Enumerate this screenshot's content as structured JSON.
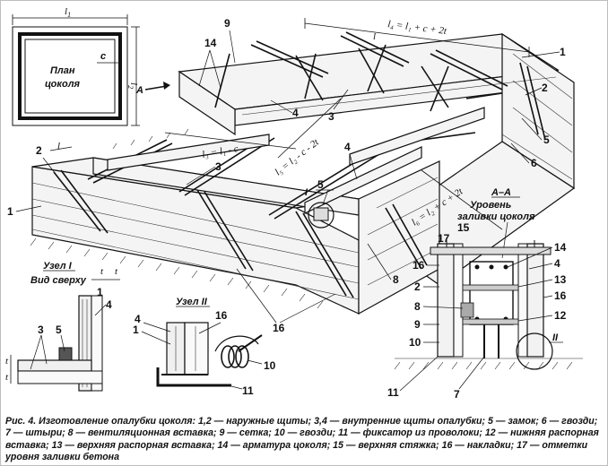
{
  "plan": {
    "title": "План\nцоколя",
    "dim_top": "l",
    "dim_top_sub": "1",
    "dim_right": "l",
    "dim_right_sub": "2",
    "dim_c": "c"
  },
  "dimensions": {
    "l4": "l₄ = l₁ + c + 2t",
    "l3": "l₃ = l₁ - c",
    "l5": "l₅ = l₂ - c - 2t",
    "l6": "l₆ = l₂ + c + 2t",
    "l_top": "l",
    "l_left": "l"
  },
  "arrow_label": "A",
  "section_title": "А–А",
  "section_subtitle": "Уровень\nзаливки цоколя",
  "node1": {
    "title": "Узел I",
    "subtitle": "Вид сверху",
    "dim_t": "t"
  },
  "node2": {
    "title": "Узел II"
  },
  "node_marks": {
    "I": "I",
    "II": "II"
  },
  "callouts": {
    "c1": "1",
    "c2": "2",
    "c3": "3",
    "c4": "4",
    "c5": "5",
    "c6": "6",
    "c7": "7",
    "c8": "8",
    "c9": "9",
    "c10": "10",
    "c11": "11",
    "c12": "12",
    "c13": "13",
    "c14": "14",
    "c15": "15",
    "c16": "16",
    "c17": "17"
  },
  "caption": "Рис. 4. Изготовление опалубки цоколя: 1,2 — наружные щиты; 3,4 — внутренние щиты опалубки; 5 — замок; 6 — гвозди; 7 — штыри; 8 — вентиляционная вставка; 9 — сетка; 10 — гвозди; 11 — фиксатор из проволоки; 12 — нижняя распорная вставка; 13 — верхняя распорная вставка; 14 — арматура цоколя; 15 — верхняя стяжка; 16 — накладки; 17 — отметки уровня заливки бетона"
}
